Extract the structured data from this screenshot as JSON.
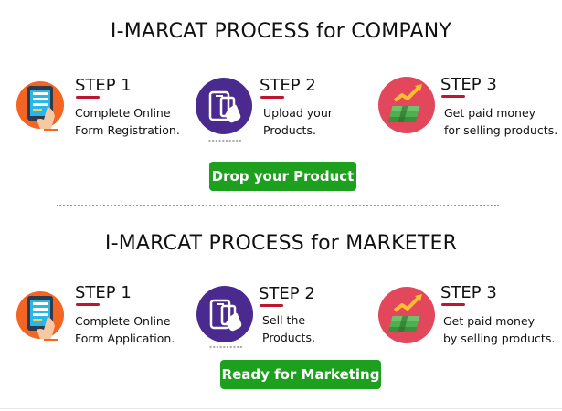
{
  "company": {
    "title": "I-MARCAT PROCESS for COMPANY",
    "steps": [
      {
        "label": "STEP 1",
        "line1": "Complete Online",
        "line2": "Form Registration.",
        "icon": "tablet-form-icon"
      },
      {
        "label": "STEP 2",
        "line1": "Upload your",
        "line2": "Products.",
        "icon": "mobile-tap-icon"
      },
      {
        "label": "STEP 3",
        "line1": "Get paid money",
        "line2": "for selling products.",
        "icon": "money-growth-icon"
      }
    ],
    "button": "Drop your Product"
  },
  "marketer": {
    "title": "I-MARCAT PROCESS for MARKETER",
    "steps": [
      {
        "label": "STEP 1",
        "line1": "Complete Online",
        "line2": "Form Application.",
        "icon": "tablet-form-icon"
      },
      {
        "label": "STEP 2",
        "line1": "Sell the",
        "line2": "Products.",
        "icon": "mobile-tap-icon"
      },
      {
        "label": "STEP 3",
        "line1": "Get paid money",
        "line2": "by selling products.",
        "icon": "money-growth-icon"
      }
    ],
    "button": "Ready for Marketing"
  },
  "colors": {
    "accent_underline": "#c0152f",
    "button_green": "#1ea01f",
    "icon_orange": "#f26522",
    "icon_purple": "#4b2a8f",
    "icon_red": "#e2475b"
  }
}
